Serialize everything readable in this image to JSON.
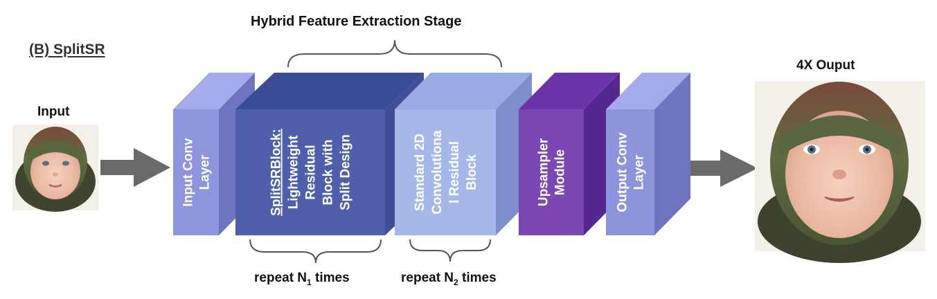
{
  "panel_label": "(B) SplitSR",
  "stage_title": "Hybrid Feature Extraction Stage",
  "input_label": "Input",
  "output_label": "4X Ouput",
  "blocks": [
    {
      "id": "input-conv",
      "lines": [
        "Input Conv",
        "Layer"
      ],
      "front": "#8f95dd",
      "top": "#a4aaea",
      "side": "#6f74c0"
    },
    {
      "id": "splitsr-block",
      "lines": [
        "SplitSRBlock:",
        "Lightweight",
        "Residual",
        "Block with",
        "Split Design"
      ],
      "front": "#4f5fac",
      "top": "#3b4c96",
      "side": "#3e4f98"
    },
    {
      "id": "standard-2d-block",
      "lines": [
        "Standard 2D",
        "Convolutiona",
        "l Residual",
        "Block"
      ],
      "front": "#a6b7ea",
      "top": "#98abe3",
      "side": "#7f8fcb"
    },
    {
      "id": "upsampler-module",
      "lines": [
        "Upsampler",
        "Module"
      ],
      "front": "#7a47b5",
      "top": "#6a34a8",
      "side": "#55288f"
    },
    {
      "id": "output-conv",
      "lines": [
        "Output Conv",
        "Layer"
      ],
      "front": "#8e94dc",
      "top": "#a4aaea",
      "side": "#6f74c0"
    }
  ],
  "repeat_labels": [
    {
      "prefix": "repeat N",
      "sub": "1",
      "suffix": " times"
    },
    {
      "prefix": "repeat N",
      "sub": "2",
      "suffix": " times"
    }
  ],
  "colors": {
    "arrow": "#6a6a6a",
    "brace": "#555555",
    "text": "#111111"
  }
}
